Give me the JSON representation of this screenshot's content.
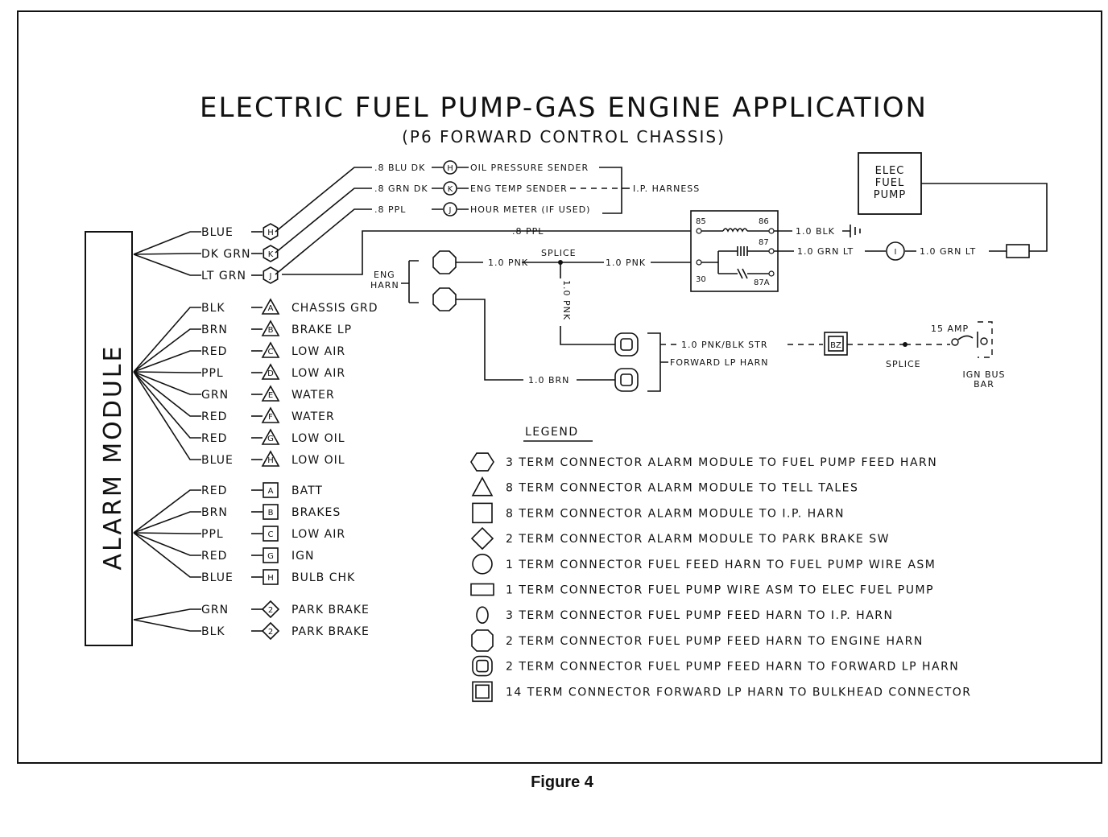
{
  "title": "ELECTRIC FUEL PUMP-GAS ENGINE APPLICATION",
  "subtitle": "(P6 FORWARD CONTROL CHASSIS)",
  "figure_caption": "Figure 4",
  "alarm_module": "ALARM MODULE",
  "groups": [
    {
      "connector": "hexagon",
      "wires": [
        {
          "color": "BLUE",
          "pin": "H"
        },
        {
          "color": "DK GRN",
          "pin": "K"
        },
        {
          "color": "LT GRN",
          "pin": "J"
        }
      ]
    },
    {
      "connector": "triangle",
      "wires": [
        {
          "color": "BLK",
          "pin": "A",
          "label": "CHASSIS GRD"
        },
        {
          "color": "BRN",
          "pin": "B",
          "label": "BRAKE LP"
        },
        {
          "color": "RED",
          "pin": "C",
          "label": "LOW AIR"
        },
        {
          "color": "PPL",
          "pin": "D",
          "label": "LOW AIR"
        },
        {
          "color": "GRN",
          "pin": "E",
          "label": "WATER"
        },
        {
          "color": "RED",
          "pin": "F",
          "label": "WATER"
        },
        {
          "color": "RED",
          "pin": "G",
          "label": "LOW OIL"
        },
        {
          "color": "BLUE",
          "pin": "H",
          "label": "LOW OIL"
        }
      ]
    },
    {
      "connector": "square",
      "wires": [
        {
          "color": "RED",
          "pin": "A",
          "label": "BATT"
        },
        {
          "color": "BRN",
          "pin": "B",
          "label": "BRAKES"
        },
        {
          "color": "PPL",
          "pin": "C",
          "label": "LOW AIR"
        },
        {
          "color": "RED",
          "pin": "G",
          "label": "IGN"
        },
        {
          "color": "BLUE",
          "pin": "H",
          "label": "BULB CHK"
        }
      ]
    },
    {
      "connector": "diamond",
      "wires": [
        {
          "color": "GRN",
          "pin": "2",
          "label": "PARK BRAKE"
        },
        {
          "color": "BLK",
          "pin": "2",
          "label": "PARK BRAKE"
        }
      ]
    }
  ],
  "ip_harness": {
    "wires": [
      {
        "wire": ".8 BLU DK",
        "pin": "H",
        "label": "OIL PRESSURE SENDER"
      },
      {
        "wire": ".8 GRN DK",
        "pin": "K",
        "label": "ENG TEMP SENDER"
      },
      {
        "wire": ".8 PPL",
        "pin": "J",
        "label": "HOUR METER (IF USED)"
      }
    ],
    "label": "I.P. HARNESS"
  },
  "circuit": {
    "ppl_wire": ".8 PPL",
    "eng_harn": [
      "ENG",
      "HARN"
    ],
    "pnk_1": "1.0 PNK",
    "splice_top": "SPLICE",
    "pnk_2": "1.0 PNK",
    "pnk_vertical": "1.0 PNK",
    "brn_wire": "1.0 BRN",
    "relay": {
      "t85": "85",
      "t86": "86",
      "t87": "87",
      "t30": "30",
      "t87a": "87A"
    },
    "blk_wire": "1.0 BLK",
    "grn_lt_1": "1.0 GRN LT",
    "inline_pin": "I",
    "grn_lt_2": "1.0 GRN LT",
    "pump": [
      "ELEC",
      "FUEL",
      "PUMP"
    ],
    "pnk_blk_str": "1.0 PNK/BLK STR",
    "forward_lp_harn": "FORWARD LP HARN",
    "bz": "BZ",
    "splice_bottom": "SPLICE",
    "amp": "15 AMP",
    "ign_bus": [
      "IGN BUS",
      "BAR"
    ]
  },
  "legend": {
    "heading": "LEGEND",
    "items": [
      {
        "symbol": "hexagon",
        "text": "3 TERM CONNECTOR ALARM MODULE TO FUEL PUMP FEED HARN"
      },
      {
        "symbol": "triangle",
        "text": "8 TERM CONNECTOR ALARM MODULE TO TELL TALES"
      },
      {
        "symbol": "square",
        "text": "8 TERM CONNECTOR ALARM MODULE TO I.P. HARN"
      },
      {
        "symbol": "diamond",
        "text": "2 TERM CONNECTOR ALARM MODULE TO PARK BRAKE SW"
      },
      {
        "symbol": "circle",
        "text": "1 TERM CONNECTOR FUEL FEED HARN TO FUEL PUMP WIRE ASM"
      },
      {
        "symbol": "rectangle",
        "text": "1 TERM CONNECTOR FUEL PUMP WIRE ASM TO ELEC FUEL PUMP"
      },
      {
        "symbol": "small-oval",
        "text": "3 TERM CONNECTOR FUEL PUMP FEED HARN TO I.P. HARN"
      },
      {
        "symbol": "rounded-octagon",
        "text": "2 TERM CONNECTOR FUEL PUMP FEED HARN TO ENGINE HARN"
      },
      {
        "symbol": "rounded-square",
        "text": "2 TERM CONNECTOR FUEL PUMP FEED HARN TO FORWARD LP HARN"
      },
      {
        "symbol": "double-square",
        "text": "14 TERM CONNECTOR FORWARD LP HARN TO BULKHEAD CONNECTOR"
      }
    ]
  }
}
